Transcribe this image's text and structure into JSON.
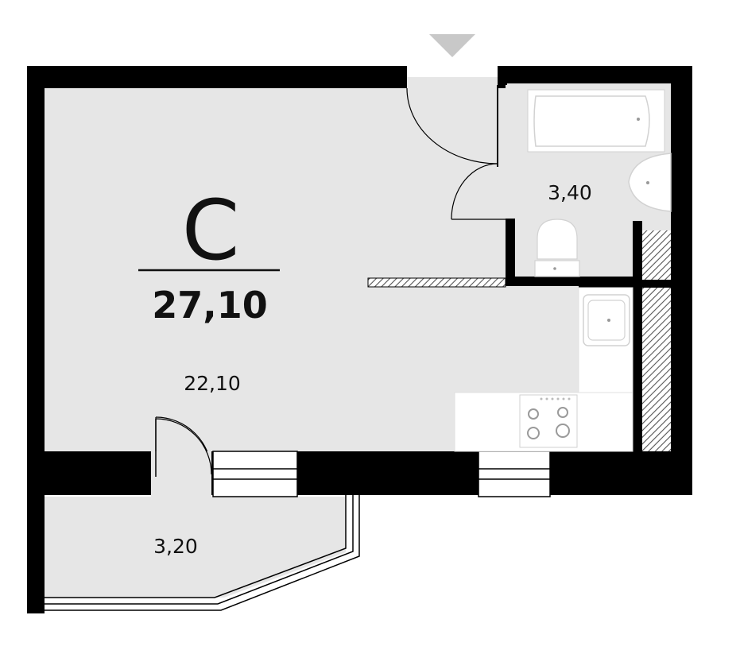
{
  "apartment": {
    "type_label": "С",
    "total_area": "27,10"
  },
  "rooms": {
    "living": {
      "area": "22,10"
    },
    "bathroom": {
      "area": "3,40"
    },
    "balcony": {
      "area": "3,20"
    }
  },
  "colors": {
    "wall": "#000000",
    "floor": "#e6e6e6",
    "fixture": "#ffffff",
    "fixture_stroke": "#d2d2d2",
    "entrance_marker": "#c8c8c8",
    "hatch": "#555555"
  }
}
